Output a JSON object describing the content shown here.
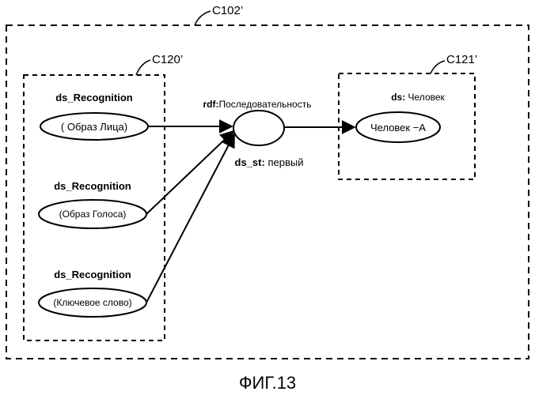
{
  "refs": {
    "outer": "C102’",
    "left_box": "C120’",
    "right_box": "C121’"
  },
  "left_group": [
    {
      "title": "ds_Recognition",
      "node": "( Образ Лица)"
    },
    {
      "title": "ds_Recognition",
      "node": "(Образ Голоса)"
    },
    {
      "title": "ds_Recognition",
      "node": "(Ключевое слово)"
    }
  ],
  "center": {
    "top_label_bold": "rdf:",
    "top_label_rest": "Последовательность",
    "bottom_label_bold": "ds_st:",
    "bottom_label_rest": " первый"
  },
  "right_group": {
    "title_bold": "ds:",
    "title_rest": " Человек",
    "node": "Человек −A"
  },
  "caption": "ФИГ.13"
}
